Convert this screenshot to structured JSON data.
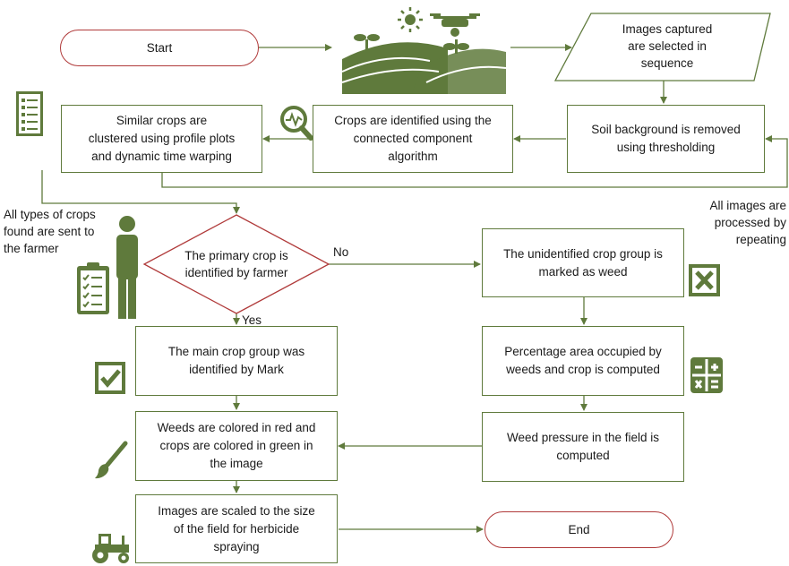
{
  "nodes": {
    "start": "Start",
    "images_selected": "Images captured\nare selected in\nsequence",
    "soil_removed": "Soil background is removed\nusing thresholding",
    "crops_identified": "Crops  are identified using the\nconnected component\nalgorithm",
    "clustered": "Similar crops are\nclustered  using profile plots\nand dynamic time warping",
    "decision": "The primary crop is\nidentified by farmer",
    "marked_weed": "The unidentified crop group is\nmarked as weed",
    "main_crop": "The main crop group was\nidentified by Mark",
    "percentage": "Percentage area occupied by\nweeds and crop is computed",
    "weed_pressure": "Weed pressure in the field is\ncomputed",
    "colored": "Weeds are colored in red and\ncrops are colored in green in\nthe image",
    "scaled": "Images are scaled  to the size\nof the field for herbicide\nspraying",
    "end": "End"
  },
  "labels": {
    "no": "No",
    "yes": "Yes",
    "sent_to_farmer": "All types of crops\nfound are sent to\nthe farmer",
    "repeating": "All images are\nprocessed by\nrepeating"
  },
  "icons": [
    "farm-drone-icon",
    "list-icon",
    "magnify-chart-icon",
    "farmer-icon",
    "clipboard-icon",
    "close-box-icon",
    "check-box-icon",
    "calculator-icon",
    "paintbrush-icon",
    "tractor-icon"
  ],
  "colors": {
    "accent": "#5f7a3c",
    "terminal": "#b03a3a"
  }
}
